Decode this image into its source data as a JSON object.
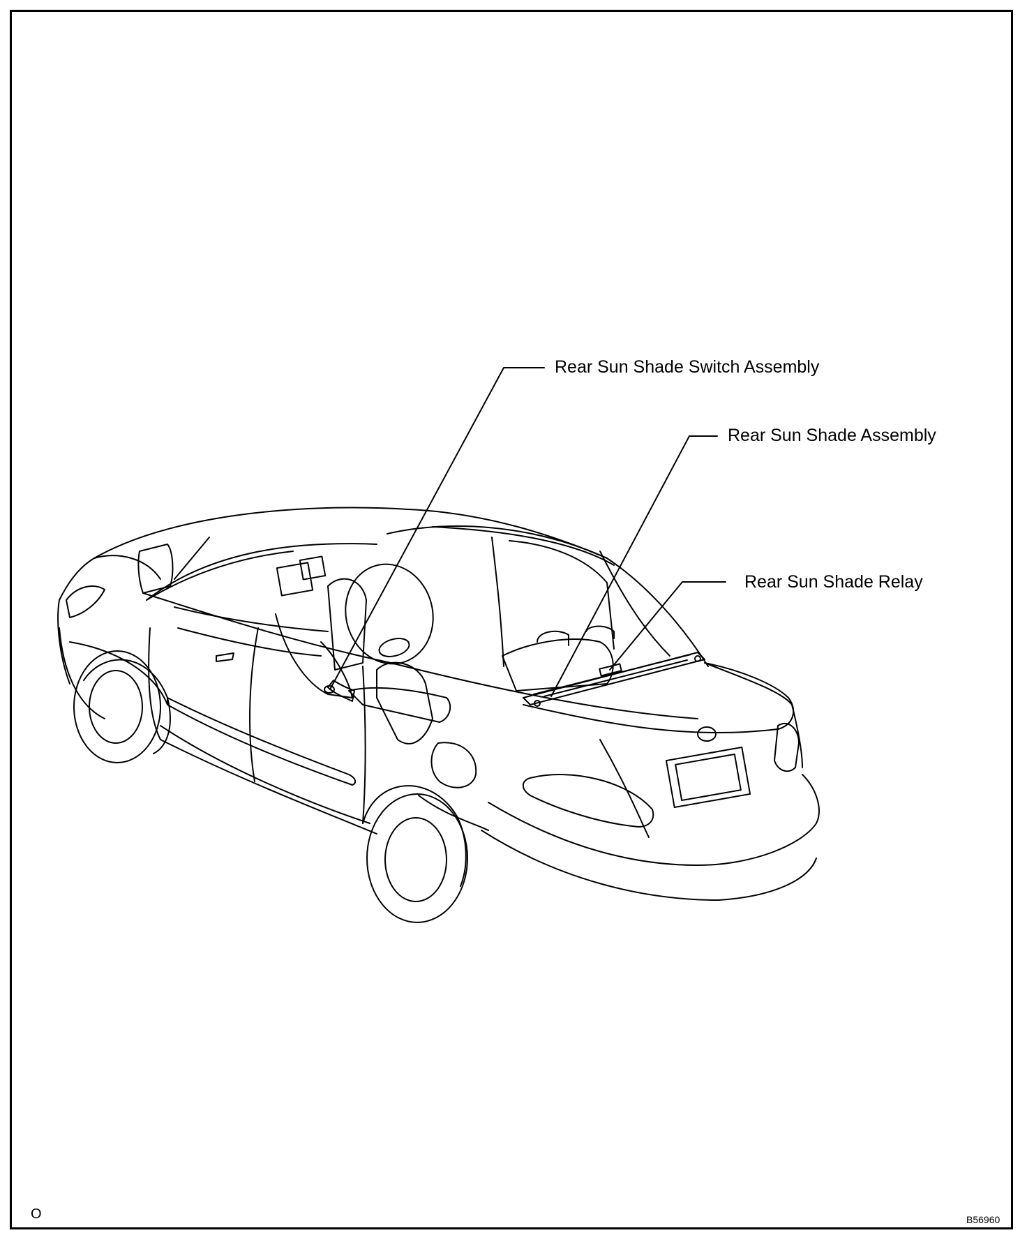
{
  "callouts": {
    "switch_assembly": "Rear Sun Shade Switch Assembly",
    "shade_assembly": "Rear Sun Shade Assembly",
    "relay": "Rear Sun Shade Relay"
  },
  "footer": {
    "left_mark": "O",
    "figure_code": "B56960"
  }
}
